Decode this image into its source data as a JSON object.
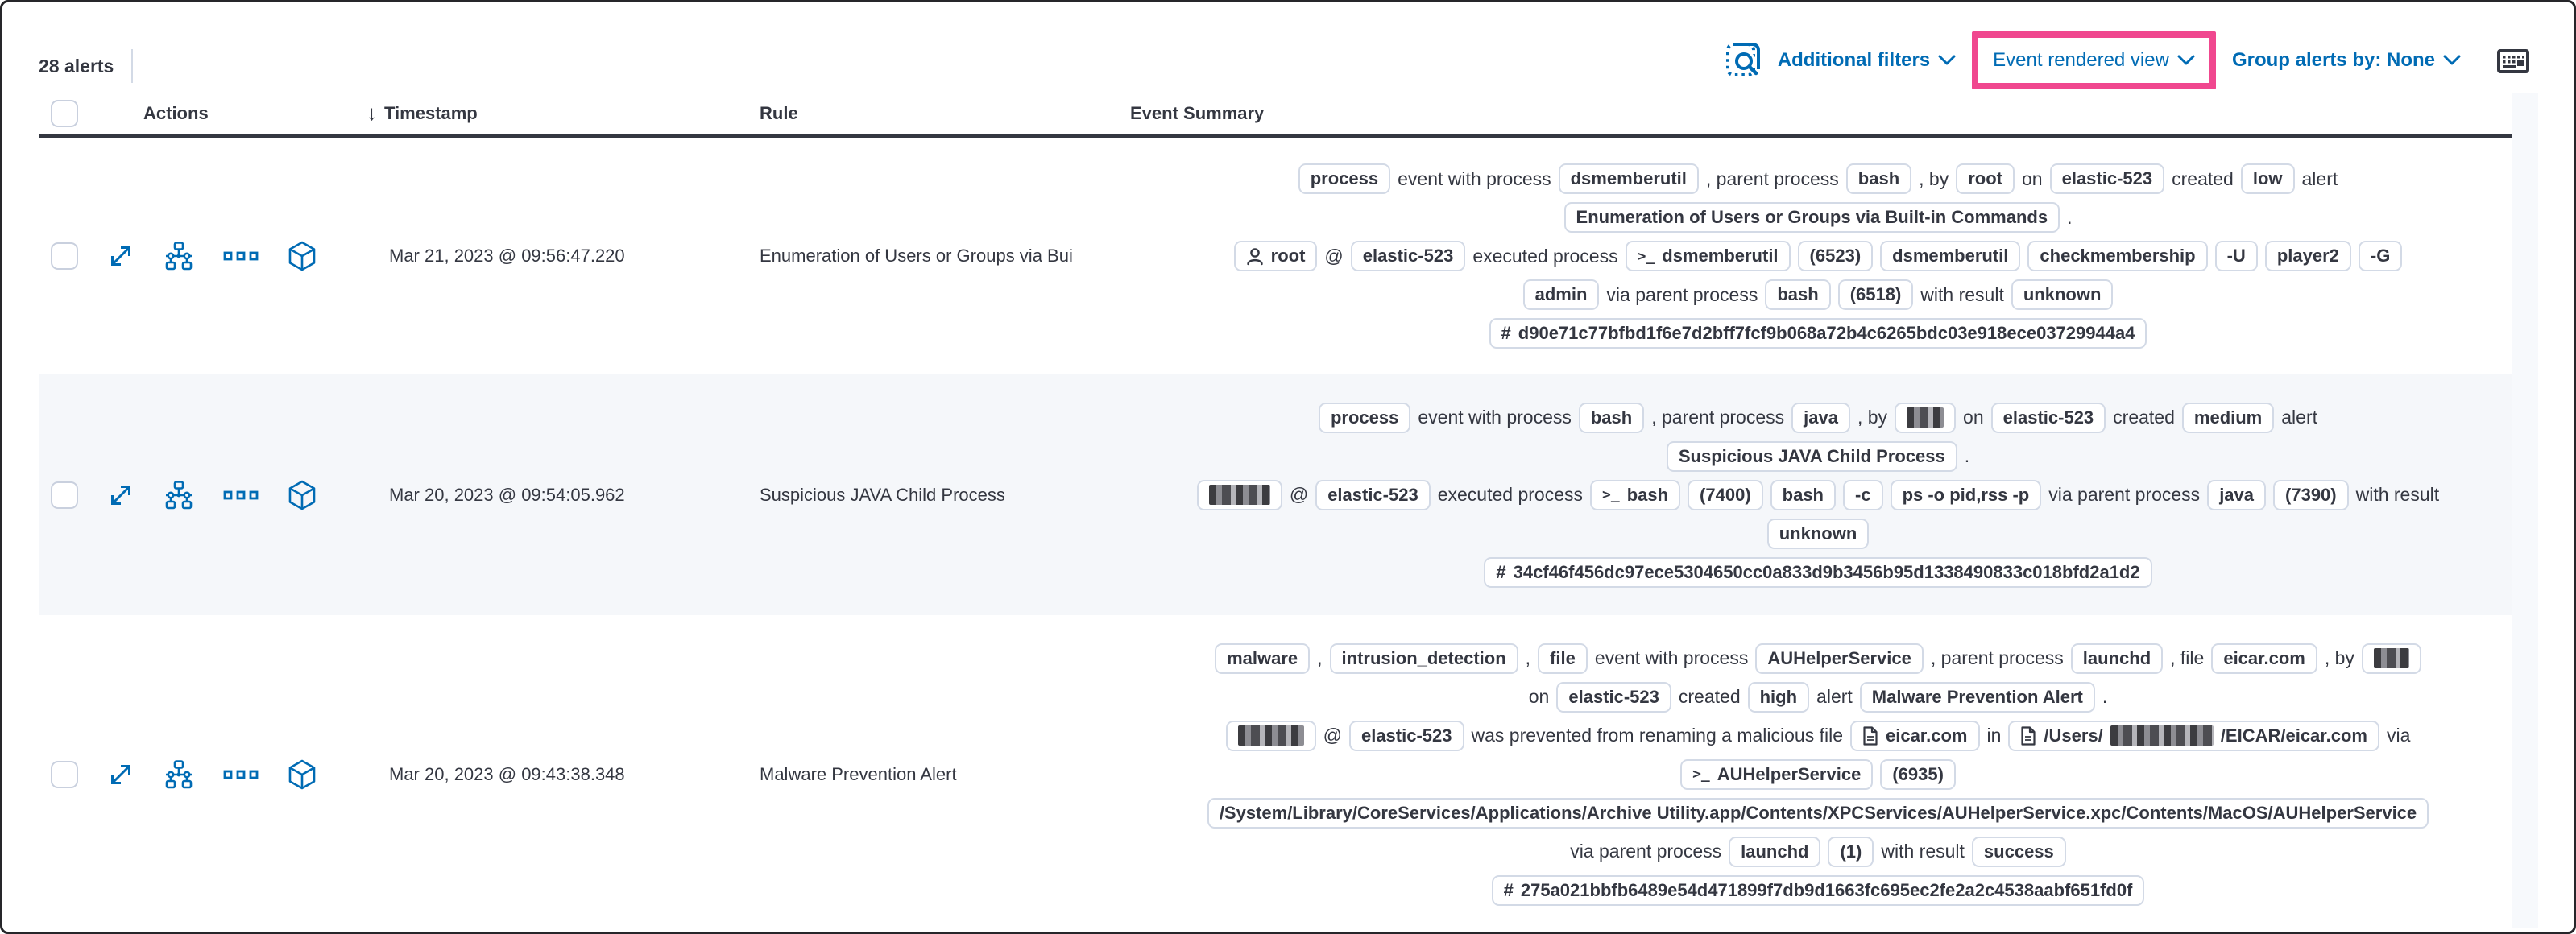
{
  "toolbar": {
    "alerts_count": "28 alerts",
    "additional_filters": "Additional filters",
    "view_selector": "Event rendered view",
    "group_alerts": "Group alerts by: None"
  },
  "table": {
    "headers": {
      "actions": "Actions",
      "timestamp": "Timestamp",
      "rule": "Rule",
      "event_summary": "Event Summary"
    }
  },
  "icons": {
    "toolbar": [
      "inspect-icon",
      "keyboard-shortcuts-icon"
    ],
    "row_actions": [
      "expand-alert-icon",
      "analyze-event-icon",
      "more-actions-icon",
      "session-view-icon"
    ],
    "misc": [
      "chevron-down-icon",
      "sort-descending-icon",
      "user-icon",
      "terminal-icon",
      "document-icon",
      "hash-icon"
    ]
  },
  "colors": {
    "link_blue": "#006bb4",
    "text_dark": "#343741",
    "badge_border": "#d3dae6",
    "row_stripe": "#f5f7fa",
    "annotation_pink": "#f0478f",
    "header_border": "#343741"
  },
  "rows": [
    {
      "timestamp": "Mar 21, 2023 @ 09:56:47.220",
      "rule": "Enumeration of Users or Groups via Bui",
      "summary": [
        [
          {
            "t": "badge",
            "v": "process"
          },
          {
            "t": "text",
            "v": "event with process"
          },
          {
            "t": "badge",
            "v": "dsmemberutil"
          },
          {
            "t": "text",
            "v": ", parent process"
          },
          {
            "t": "badge",
            "v": "bash"
          },
          {
            "t": "text",
            "v": ", by"
          },
          {
            "t": "badge",
            "v": "root"
          },
          {
            "t": "text",
            "v": "on"
          },
          {
            "t": "badge",
            "v": "elastic-523"
          },
          {
            "t": "text",
            "v": "created"
          },
          {
            "t": "badge",
            "v": "low"
          },
          {
            "t": "text",
            "v": "alert"
          }
        ],
        [
          {
            "t": "badge",
            "v": "Enumeration of Users or Groups via Built-in Commands"
          },
          {
            "t": "text",
            "v": "."
          }
        ],
        [
          {
            "t": "user",
            "v": "root"
          },
          {
            "t": "text",
            "v": "@"
          },
          {
            "t": "badge",
            "v": "elastic-523"
          },
          {
            "t": "text",
            "v": "executed process"
          },
          {
            "t": "term",
            "v": "dsmemberutil"
          },
          {
            "t": "badge",
            "v": "(6523)"
          },
          {
            "t": "badge",
            "v": "dsmemberutil"
          },
          {
            "t": "badge",
            "v": "checkmembership"
          },
          {
            "t": "badge",
            "v": "-U"
          },
          {
            "t": "badge",
            "v": "player2"
          },
          {
            "t": "badge",
            "v": "-G"
          }
        ],
        [
          {
            "t": "badge",
            "v": "admin"
          },
          {
            "t": "text",
            "v": "via parent process"
          },
          {
            "t": "badge",
            "v": "bash"
          },
          {
            "t": "badge",
            "v": "(6518)"
          },
          {
            "t": "text",
            "v": "with result"
          },
          {
            "t": "badge",
            "v": "unknown"
          }
        ],
        [
          {
            "t": "hash",
            "v": "d90e71c77bfbd1f6e7d2bff7fcf9b068a72b4c6265bdc03e918ece03729944a4"
          }
        ]
      ]
    },
    {
      "timestamp": "Mar 20, 2023 @ 09:54:05.962",
      "rule": "Suspicious JAVA Child Process",
      "summary": [
        [
          {
            "t": "badge",
            "v": "process"
          },
          {
            "t": "text",
            "v": "event with process"
          },
          {
            "t": "badge",
            "v": "bash"
          },
          {
            "t": "text",
            "v": ", parent process"
          },
          {
            "t": "badge",
            "v": "java"
          },
          {
            "t": "text",
            "v": ", by"
          },
          {
            "t": "badge",
            "red": 46
          },
          {
            "t": "text",
            "v": "on"
          },
          {
            "t": "badge",
            "v": "elastic-523"
          },
          {
            "t": "text",
            "v": "created"
          },
          {
            "t": "badge",
            "v": "medium"
          },
          {
            "t": "text",
            "v": "alert"
          }
        ],
        [
          {
            "t": "badge",
            "v": "Suspicious JAVA Child Process"
          },
          {
            "t": "text",
            "v": "."
          }
        ],
        [
          {
            "t": "badge",
            "red": 76
          },
          {
            "t": "text",
            "v": "@"
          },
          {
            "t": "badge",
            "v": "elastic-523"
          },
          {
            "t": "text",
            "v": "executed process"
          },
          {
            "t": "term",
            "v": "bash"
          },
          {
            "t": "badge",
            "v": "(7400)"
          },
          {
            "t": "badge",
            "v": "bash"
          },
          {
            "t": "badge",
            "v": "-c"
          },
          {
            "t": "badge",
            "v": "ps -o pid,rss -p"
          },
          {
            "t": "text",
            "v": "via parent process"
          },
          {
            "t": "badge",
            "v": "java"
          },
          {
            "t": "badge",
            "v": "(7390)"
          },
          {
            "t": "text",
            "v": "with result"
          }
        ],
        [
          {
            "t": "badge",
            "v": "unknown"
          }
        ],
        [
          {
            "t": "hash",
            "v": "34cf46f456dc97ece5304650cc0a833d9b3456b95d1338490833c018bfd2a1d2"
          }
        ]
      ]
    },
    {
      "timestamp": "Mar 20, 2023 @ 09:43:38.348",
      "rule": "Malware Prevention Alert",
      "summary": [
        [
          {
            "t": "badge",
            "v": "malware"
          },
          {
            "t": "text",
            "v": ","
          },
          {
            "t": "badge",
            "v": "intrusion_detection"
          },
          {
            "t": "text",
            "v": ","
          },
          {
            "t": "badge",
            "v": "file"
          },
          {
            "t": "text",
            "v": "event with process"
          },
          {
            "t": "badge",
            "v": "AUHelperService"
          },
          {
            "t": "text",
            "v": ", parent process"
          },
          {
            "t": "badge",
            "v": "launchd"
          },
          {
            "t": "text",
            "v": ", file"
          },
          {
            "t": "badge",
            "v": "eicar.com"
          },
          {
            "t": "text",
            "v": ", by"
          },
          {
            "t": "badge",
            "red": 44
          }
        ],
        [
          {
            "t": "text",
            "v": "on"
          },
          {
            "t": "badge",
            "v": "elastic-523"
          },
          {
            "t": "text",
            "v": "created"
          },
          {
            "t": "badge",
            "v": "high"
          },
          {
            "t": "text",
            "v": "alert"
          },
          {
            "t": "badge",
            "v": "Malware Prevention Alert"
          },
          {
            "t": "text",
            "v": "."
          }
        ],
        [
          {
            "t": "badge",
            "red": 82
          },
          {
            "t": "text",
            "v": "@"
          },
          {
            "t": "badge",
            "v": "elastic-523"
          },
          {
            "t": "text",
            "v": "was prevented from renaming a malicious file"
          },
          {
            "t": "doc",
            "v": "eicar.com"
          },
          {
            "t": "text",
            "v": "in"
          },
          {
            "t": "doc",
            "pre": "/Users/",
            "red": 128,
            "post": "/EICAR/eicar.com"
          },
          {
            "t": "text",
            "v": "via"
          }
        ],
        [
          {
            "t": "term",
            "v": "AUHelperService"
          },
          {
            "t": "badge",
            "v": "(6935)"
          }
        ],
        [
          {
            "t": "badge",
            "v": "/System/Library/CoreServices/Applications/Archive Utility.app/Contents/XPCServices/AUHelperService.xpc/Contents/MacOS/AUHelperService"
          }
        ],
        [
          {
            "t": "text",
            "v": "via parent process"
          },
          {
            "t": "badge",
            "v": "launchd"
          },
          {
            "t": "badge",
            "v": "(1)"
          },
          {
            "t": "text",
            "v": "with result"
          },
          {
            "t": "badge",
            "v": "success"
          }
        ],
        [
          {
            "t": "hash",
            "v": "275a021bbfb6489e54d471899f7db9d1663fc695ec2fe2a2c4538aabf651fd0f"
          }
        ]
      ]
    }
  ]
}
